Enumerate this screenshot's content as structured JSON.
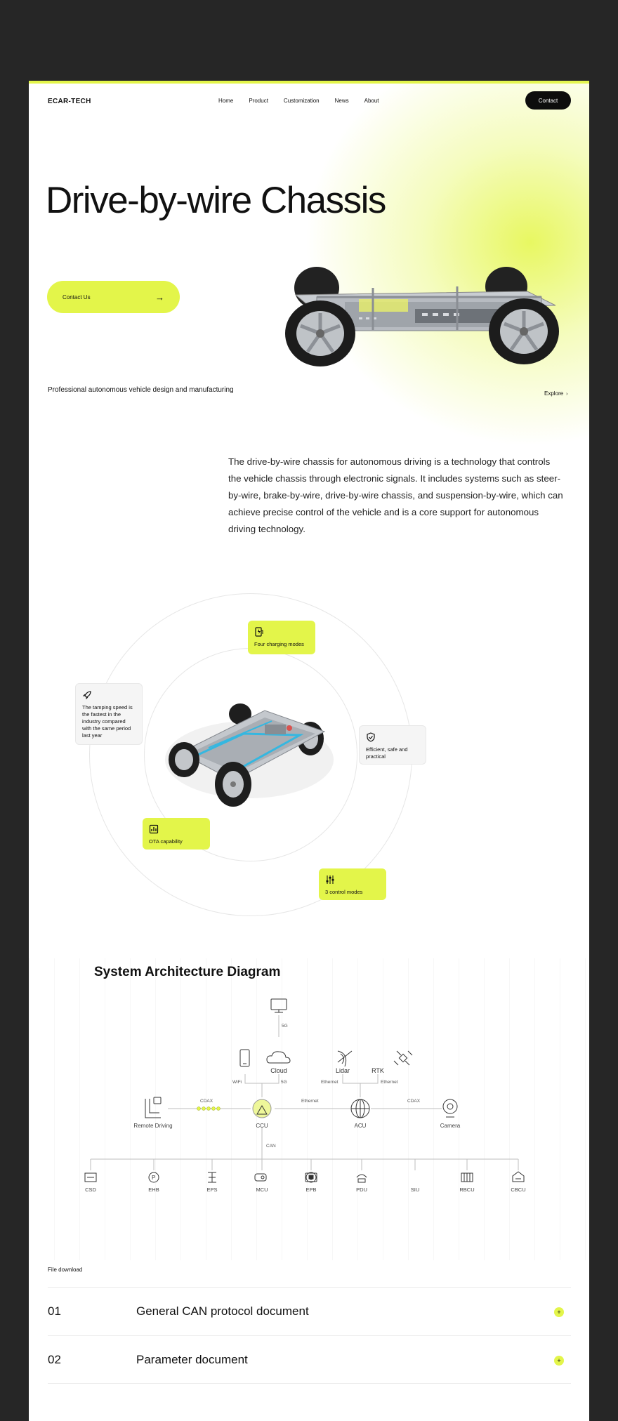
{
  "brand": "ECAR-TECH",
  "nav": [
    "Home",
    "Product",
    "Customization",
    "News",
    "About"
  ],
  "contact_button": "Contact",
  "hero": {
    "title": "Drive-by-wire Chassis",
    "cta_label": "Contact Us",
    "cta_icon": "arrow-right",
    "subtitle": "Professional autonomous vehicle design and manufacturing",
    "explore_label": "Explore",
    "explore_icon": "arrow-small"
  },
  "description": "The drive-by-wire chassis for autonomous driving is a technology that controls the vehicle chassis through electronic signals. It includes systems such as steer-by-wire, brake-by-wire, drive-by-wire chassis, and suspension-by-wire, which can achieve precise control of the vehicle and is a core support for autonomous driving technology.",
  "features": [
    {
      "label": "Four charging modes",
      "icon": "charging-icon"
    },
    {
      "label": "The tamping speed is the fastest in the industry compared with the same period last year",
      "icon": "rocket-icon"
    },
    {
      "label": "Efficient, safe and practical",
      "icon": "shield-icon"
    },
    {
      "label": "OTA capability",
      "icon": "chart-icon"
    },
    {
      "label": "3 control modes",
      "icon": "sliders-icon"
    }
  ],
  "architecture": {
    "title": "System Architecture Diagram",
    "top_nodes": {
      "cloud": "Cloud",
      "lidar": "Lidar",
      "rtk": "RTK"
    },
    "links": {
      "monitor_cloud": "5G",
      "wifi": "WiFi",
      "cloud_5g": "5G",
      "ethernet_left": "Ethernet",
      "ethernet_right": "Ethernet",
      "cdax_left": "CDAX",
      "ethernet_mid": "Ethernet",
      "cdax_right": "CDAX",
      "can": "CAN"
    },
    "main_nodes": [
      "Remote Driving",
      "CCU",
      "ACU",
      "Camera"
    ],
    "bus_nodes": [
      "CSD",
      "EHB",
      "EPS",
      "MCU",
      "EPB",
      "PDU",
      "SIU",
      "RBCU",
      "CBCU"
    ]
  },
  "downloads": {
    "label": "File download",
    "files": [
      {
        "num": "01",
        "name": "General CAN protocol document"
      },
      {
        "num": "02",
        "name": "Parameter document"
      }
    ],
    "action_symbol": "+"
  },
  "colors": {
    "accent": "#e3f54a",
    "dark": "#0d0d0d",
    "outer_bg": "#262626",
    "cable": "#35b7e0"
  }
}
